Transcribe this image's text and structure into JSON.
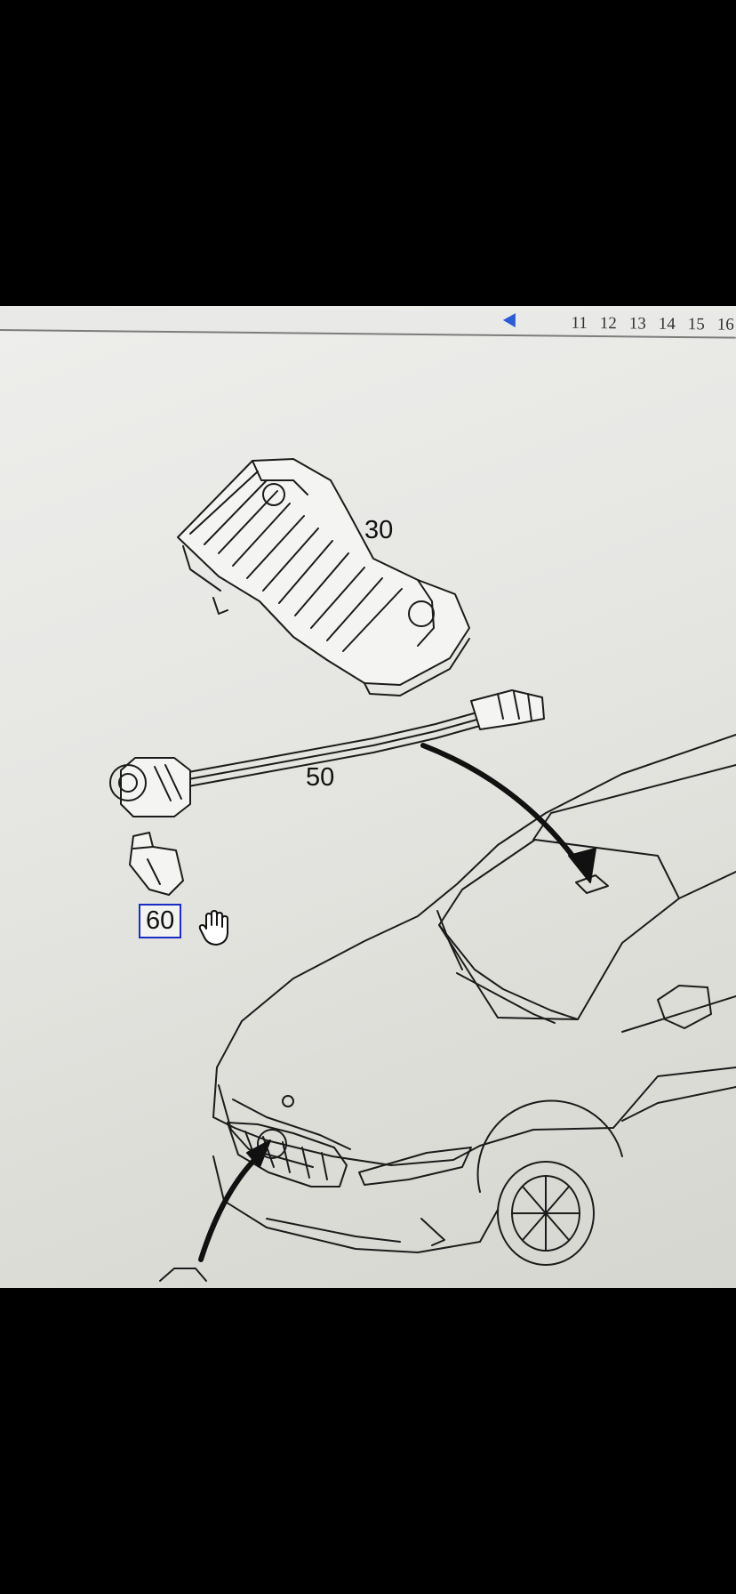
{
  "tabs": [
    "11",
    "12",
    "13",
    "14",
    "15",
    "16"
  ],
  "callouts": {
    "control_unit": "30",
    "cable": "50",
    "bracket": "60"
  },
  "highlight_color": "#1a2dc4",
  "icons": {
    "cursor": "hand-pointer-icon",
    "nav": "arrow-left-icon"
  }
}
